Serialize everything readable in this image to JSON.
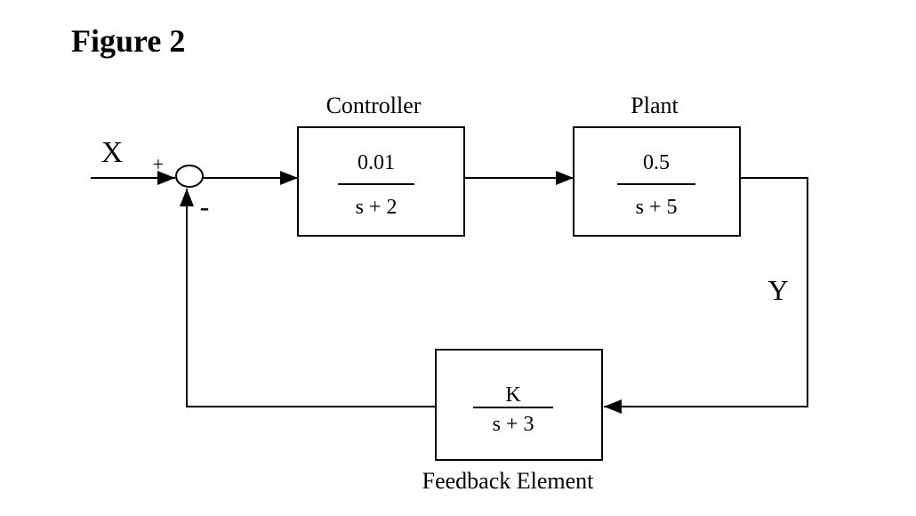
{
  "figure": {
    "title": "Figure 2"
  },
  "diagram": {
    "type": "control-system-block-diagram",
    "input": {
      "label": "X"
    },
    "output": {
      "label": "Y"
    },
    "summing_junction": {
      "input_sign": "+",
      "feedback_sign": "-"
    },
    "blocks": [
      {
        "id": "controller",
        "label": "Controller",
        "label_position": "above",
        "transfer_function": {
          "numerator": "0.01",
          "denominator": "s + 2"
        }
      },
      {
        "id": "plant",
        "label": "Plant",
        "label_position": "above",
        "transfer_function": {
          "numerator": "0.5",
          "denominator": "s + 5"
        }
      },
      {
        "id": "feedback",
        "label": "Feedback Element",
        "label_position": "below",
        "transfer_function": {
          "numerator": "K",
          "denominator": "s + 3"
        }
      }
    ],
    "colors": {
      "stroke": "#000000",
      "background": "#ffffff"
    }
  }
}
